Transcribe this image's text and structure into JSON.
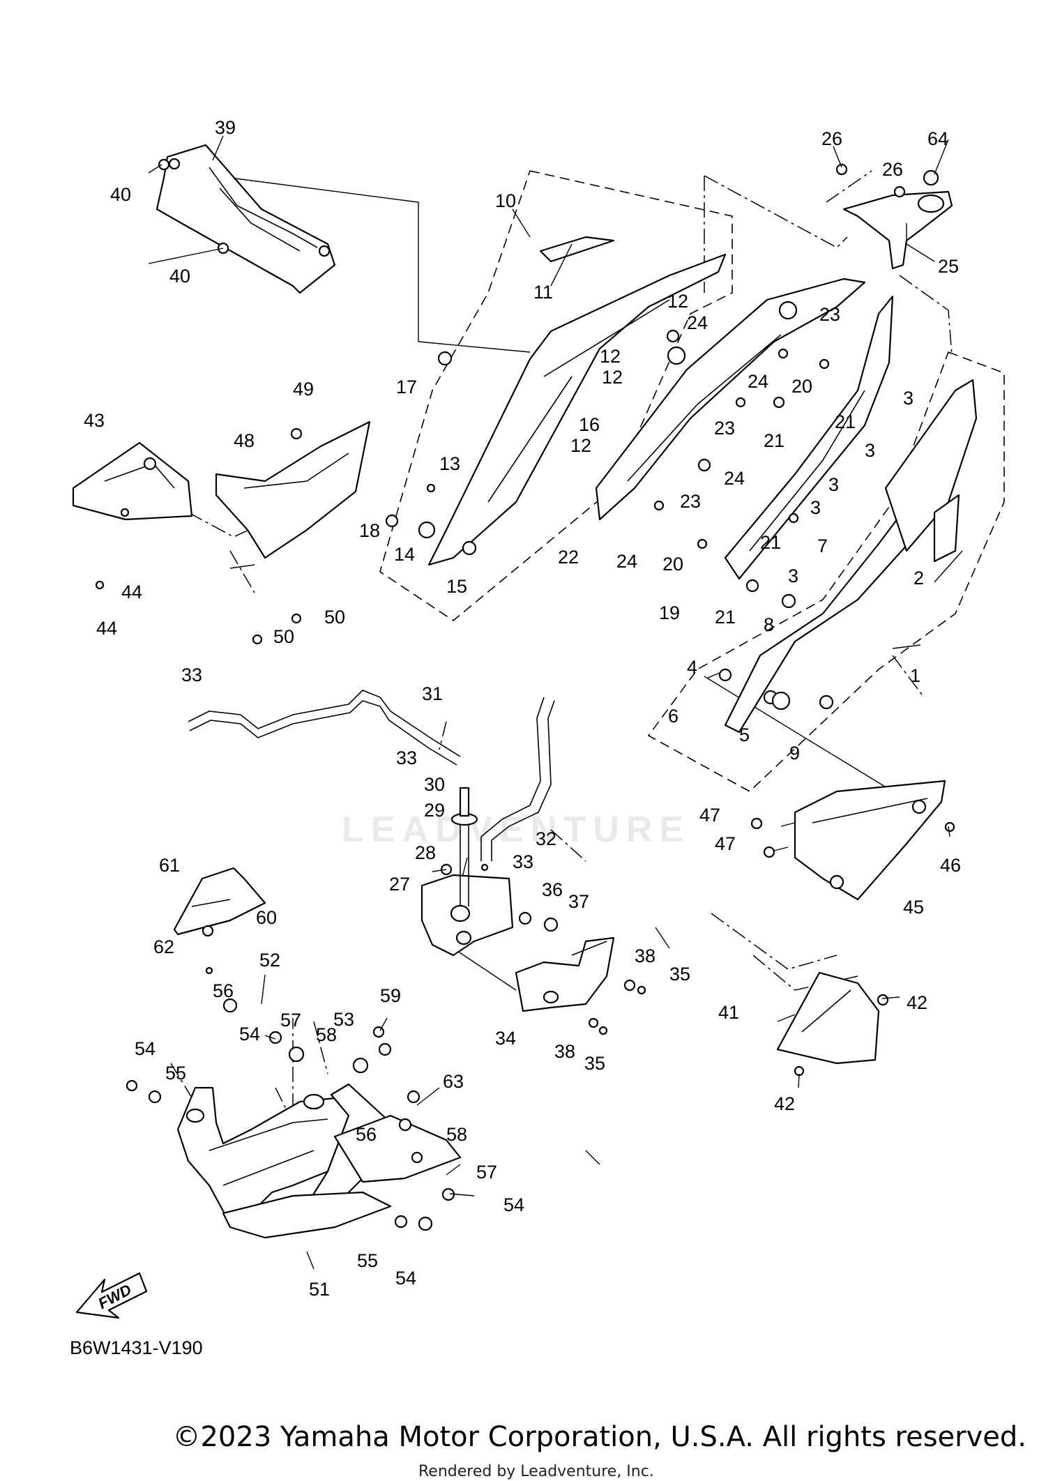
{
  "diagram": {
    "reference_code": "B6W1431-V190",
    "direction_label": "FWD",
    "watermark": "LEADVENTURE",
    "copyright": "©2023 Yamaha Motor Corporation, U.S.A. All rights reserved.",
    "rendered_by": "Rendered by Leadventure, Inc.",
    "callouts": {
      "c1": "1",
      "c2": "2",
      "c3a": "3",
      "c3b": "3",
      "c3c": "3",
      "c3d": "3",
      "c3e": "3",
      "c4": "4",
      "c5": "5",
      "c6": "6",
      "c7": "7",
      "c8": "8",
      "c9": "9",
      "c10": "10",
      "c11": "11",
      "c12a": "12",
      "c12b": "12",
      "c12c": "12",
      "c12d": "12",
      "c13": "13",
      "c14": "14",
      "c15": "15",
      "c16": "16",
      "c17": "17",
      "c18": "18",
      "c19": "19",
      "c20a": "20",
      "c20b": "20",
      "c21a": "21",
      "c21b": "21",
      "c21c": "21",
      "c21d": "21",
      "c22": "22",
      "c23a": "23",
      "c23b": "23",
      "c23c": "23",
      "c24a": "24",
      "c24b": "24",
      "c24c": "24",
      "c24d": "24",
      "c25": "25",
      "c26a": "26",
      "c26b": "26",
      "c27": "27",
      "c28": "28",
      "c29": "29",
      "c30": "30",
      "c31": "31",
      "c32": "32",
      "c33a": "33",
      "c33b": "33",
      "c33c": "33",
      "c34": "34",
      "c35a": "35",
      "c35b": "35",
      "c36": "36",
      "c37": "37",
      "c38a": "38",
      "c38b": "38",
      "c39": "39",
      "c40a": "40",
      "c40b": "40",
      "c41": "41",
      "c42a": "42",
      "c42b": "42",
      "c43": "43",
      "c44a": "44",
      "c44b": "44",
      "c45": "45",
      "c46": "46",
      "c47a": "47",
      "c47b": "47",
      "c48": "48",
      "c49": "49",
      "c50a": "50",
      "c50b": "50",
      "c51": "51",
      "c52": "52",
      "c53": "53",
      "c54a": "54",
      "c54b": "54",
      "c54c": "54",
      "c54d": "54",
      "c55a": "55",
      "c55b": "55",
      "c56a": "56",
      "c56b": "56",
      "c57a": "57",
      "c57b": "57",
      "c58a": "58",
      "c58b": "58",
      "c59": "59",
      "c60": "60",
      "c61": "61",
      "c62": "62",
      "c63": "63",
      "c64": "64"
    }
  }
}
